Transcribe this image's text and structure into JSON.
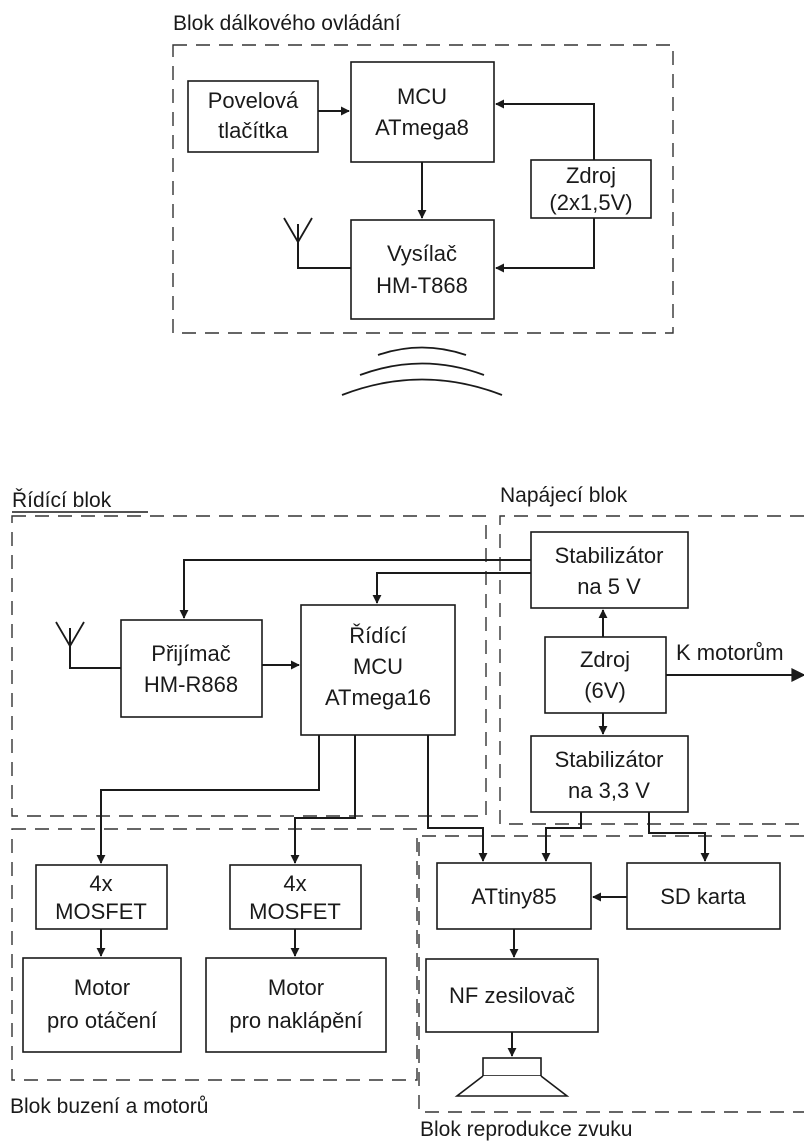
{
  "groups": {
    "remote": "Blok dálkového ovládání",
    "control": "Řídící blok",
    "power": "Napájecí blok",
    "drive": "Blok buzení a motorů",
    "sound": "Blok reprodukce zvuku"
  },
  "blocks": {
    "buttons": [
      "Povelová",
      "tlačítka"
    ],
    "mcu_remote": [
      "MCU",
      "ATmega8"
    ],
    "source_remote": [
      "Zdroj",
      "(2x1,5V)"
    ],
    "transmitter": [
      "Vysílač",
      "HM-T868"
    ],
    "receiver": [
      "Přijímač",
      "HM-R868"
    ],
    "main_mcu": [
      "Řídící",
      "MCU",
      "ATmega16"
    ],
    "stab5": [
      "Stabilizátor",
      "na 5 V"
    ],
    "source_main": [
      "Zdroj",
      "(6V)"
    ],
    "stab33": [
      "Stabilizátor",
      "na 3,3 V"
    ],
    "mosfet1": [
      "4x",
      "MOSFET"
    ],
    "mosfet2": [
      "4x",
      "MOSFET"
    ],
    "motor_rot": [
      "Motor",
      "pro otáčení"
    ],
    "motor_tilt": [
      "Motor",
      "pro naklápění"
    ],
    "attiny": [
      "ATtiny85"
    ],
    "sdcard": [
      "SD karta"
    ],
    "amplifier": [
      "NF zesilovač"
    ]
  },
  "to_motors": "K motorům"
}
